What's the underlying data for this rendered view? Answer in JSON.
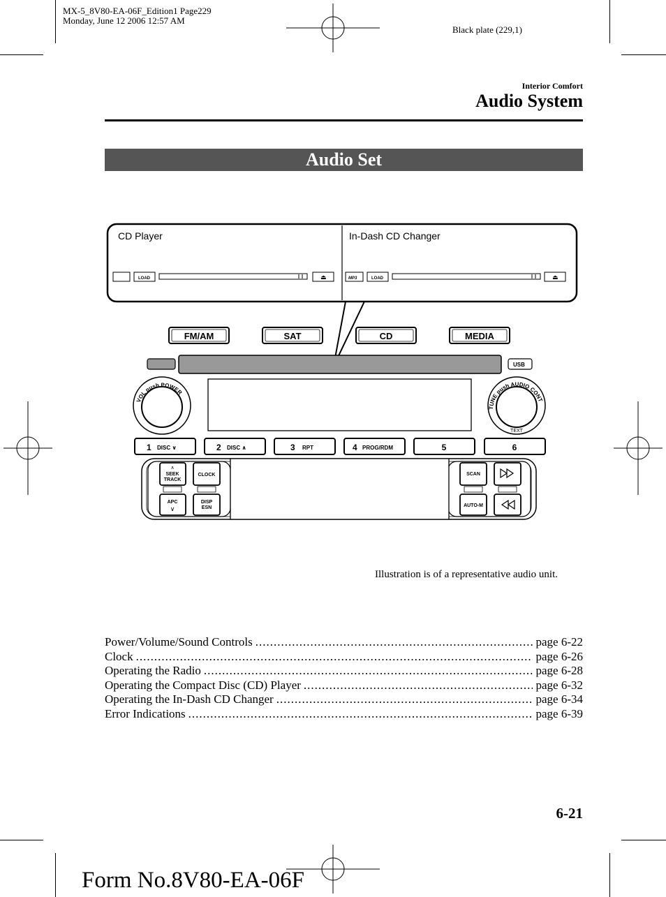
{
  "print_meta": {
    "file_line": "MX-5_8V80-EA-06F_Edition1 Page229",
    "date_line": "Monday, June 12 2006 12:57 AM",
    "plate": "Black plate (229,1)"
  },
  "header": {
    "section": "Interior Comfort",
    "title": "Audio System"
  },
  "banner": "Audio Set",
  "illustration": {
    "cd_player_label": "CD Player",
    "changer_label": "In-Dash CD Changer",
    "load_label": "LOAD",
    "mp3_label": "MP3",
    "mode_buttons": [
      "FM/AM",
      "SAT",
      "CD",
      "MEDIA"
    ],
    "vol_label": "VOL push POWER",
    "tune_label": "TUNE push AUDIO CONT",
    "text_label": "TEXT",
    "preset_buttons": [
      {
        "num": "1",
        "sub": "DISC ∨"
      },
      {
        "num": "2",
        "sub": "DISC ∧"
      },
      {
        "num": "3",
        "sub": "RPT"
      },
      {
        "num": "4",
        "sub": "PROG/RDM"
      },
      {
        "num": "5",
        "sub": ""
      },
      {
        "num": "6",
        "sub": ""
      }
    ],
    "seek_label_1": "SEEK",
    "seek_label_2": "TRACK",
    "apc_label": "APC",
    "clock_label": "CLOCK",
    "disp_label_1": "DISP",
    "disp_label_2": "ESN",
    "scan_label": "SCAN",
    "automem_label": "AUTO-M",
    "caption": "Illustration is of a representative audio unit."
  },
  "toc": [
    {
      "title": "Power/Volume/Sound Controls",
      "page": "page 6-22"
    },
    {
      "title": "Clock",
      "page": "page 6-26"
    },
    {
      "title": "Operating the Radio",
      "page": "page 6-28"
    },
    {
      "title": "Operating the Compact Disc (CD) Player",
      "page": "page 6-32"
    },
    {
      "title": "Operating the In-Dash CD Changer",
      "page": "page 6-34"
    },
    {
      "title": "Error Indications",
      "page": "page 6-39"
    }
  ],
  "page_number": "6-21",
  "form_number": "Form No.8V80-EA-06F"
}
